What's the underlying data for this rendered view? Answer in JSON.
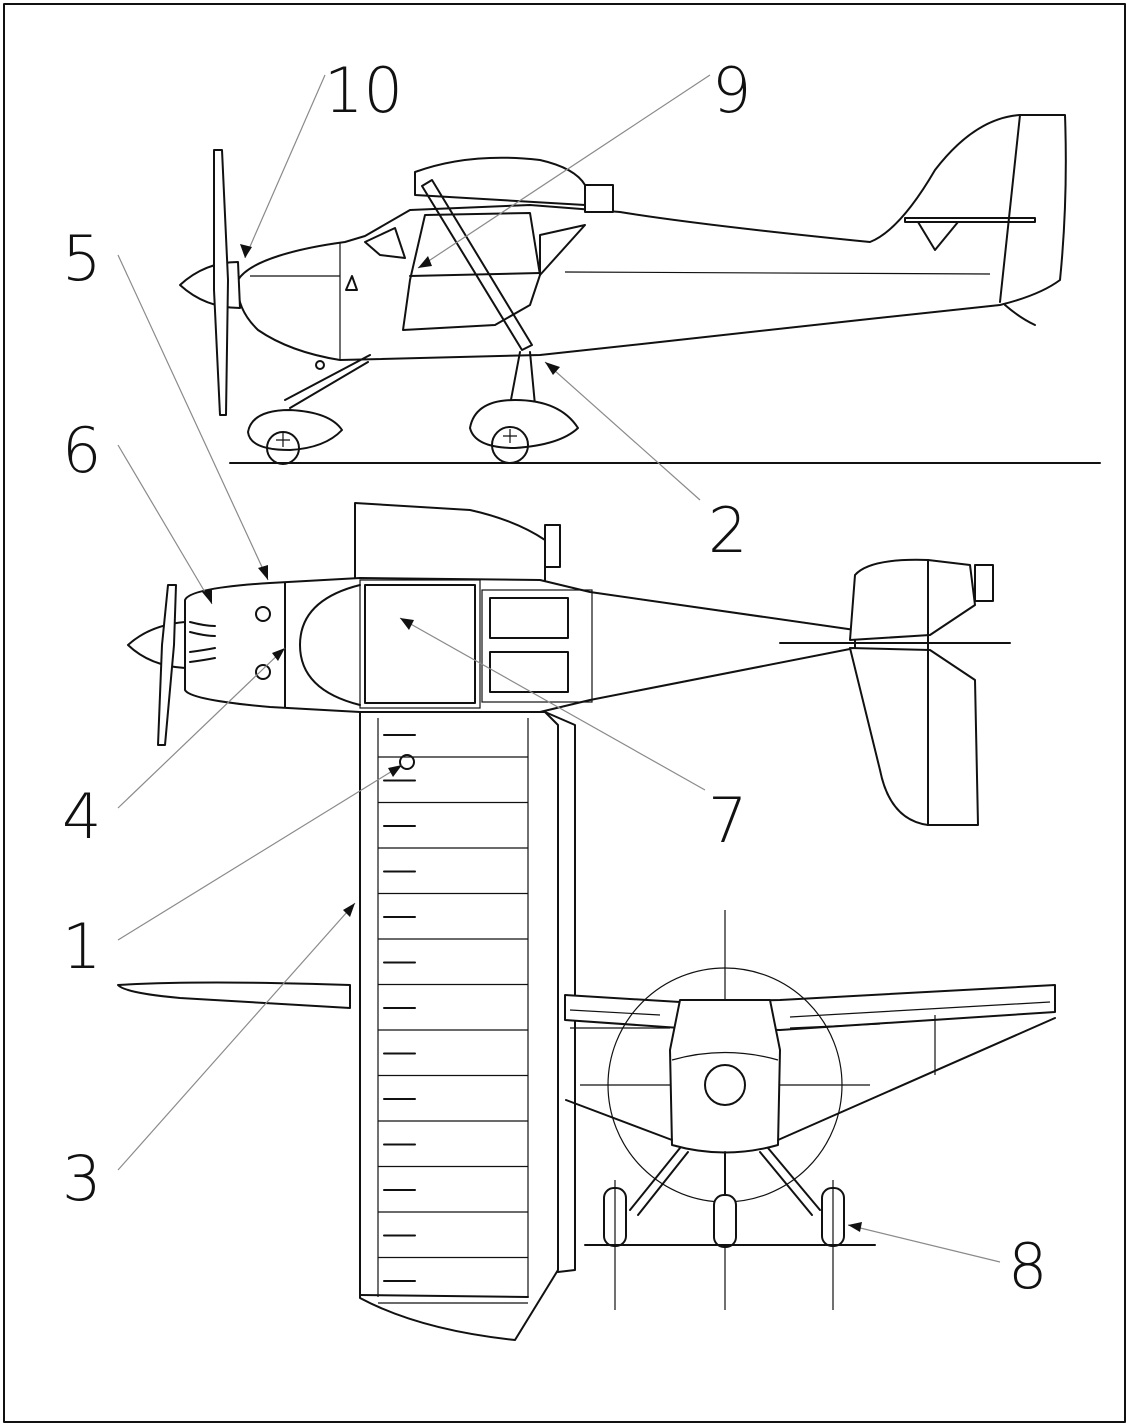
{
  "callouts": [
    {
      "id": "1",
      "text": "1"
    },
    {
      "id": "2",
      "text": "2"
    },
    {
      "id": "3",
      "text": "3"
    },
    {
      "id": "4",
      "text": "4"
    },
    {
      "id": "5",
      "text": "5"
    },
    {
      "id": "6",
      "text": "6"
    },
    {
      "id": "7",
      "text": "7"
    },
    {
      "id": "8",
      "text": "8"
    },
    {
      "id": "9",
      "text": "9"
    },
    {
      "id": "10",
      "text": "10"
    }
  ],
  "views": [
    "side-view",
    "top-view",
    "front-view"
  ],
  "colors": {
    "line": "#111111",
    "leader": "#8a8a8a",
    "background": "#ffffff"
  }
}
